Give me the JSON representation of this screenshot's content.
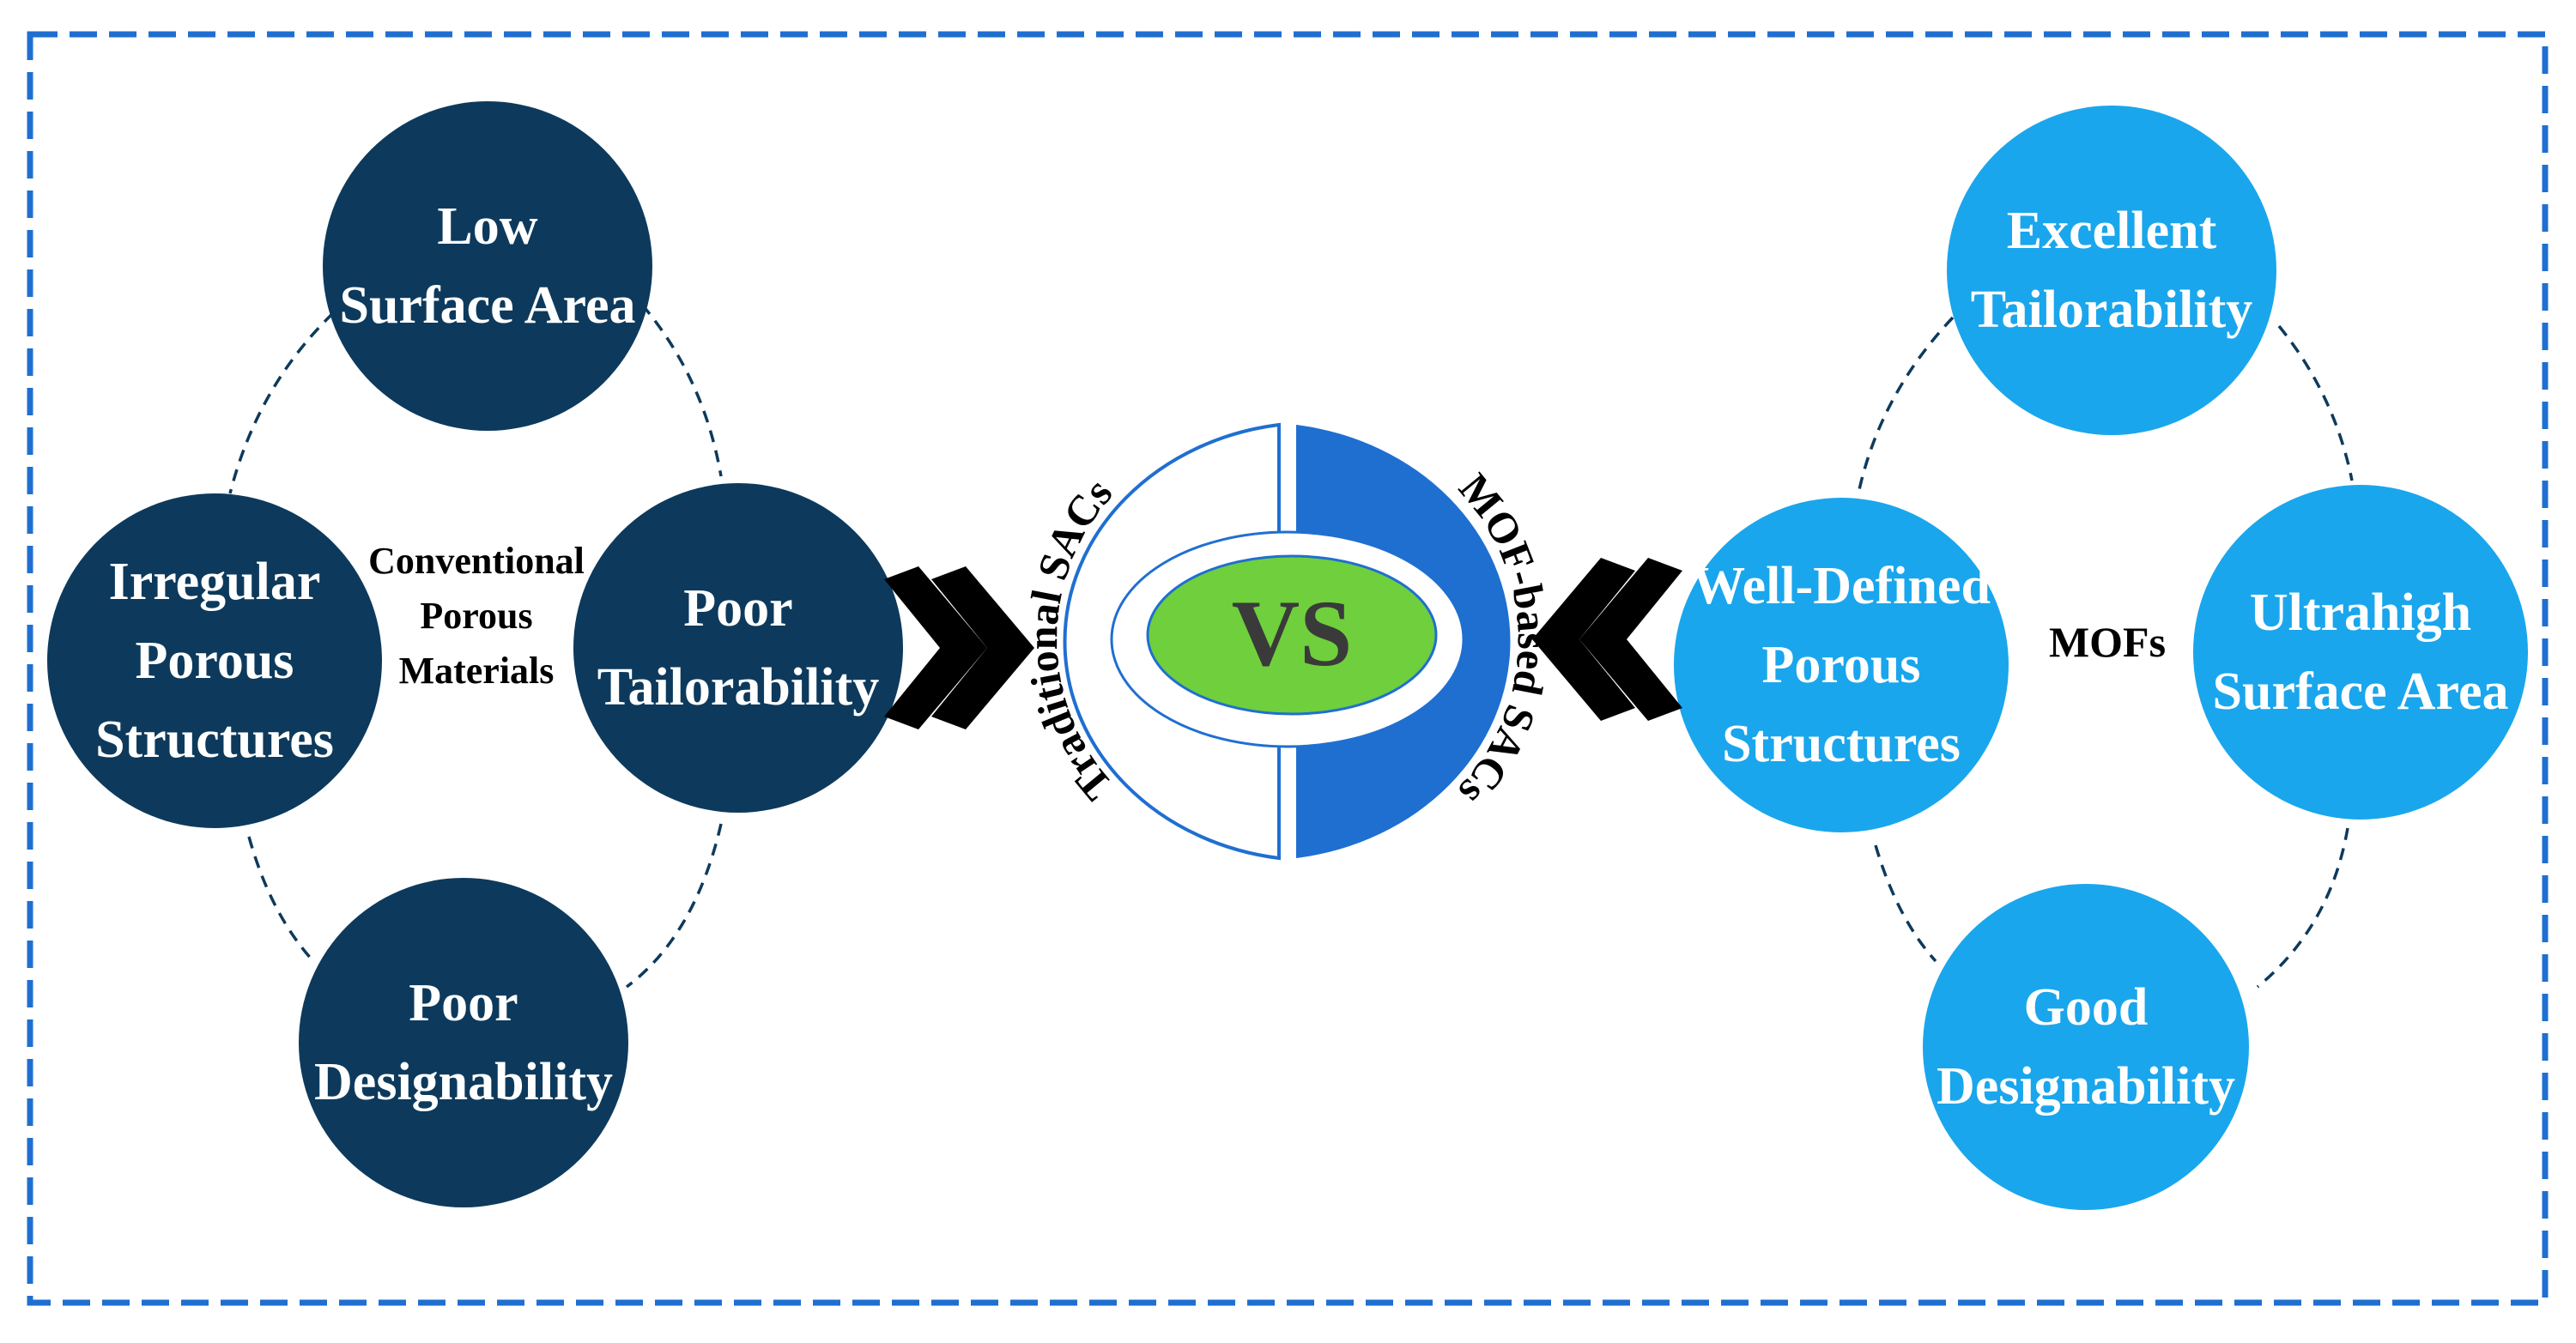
{
  "colors": {
    "border": "#1f6fd1",
    "left_circle": "#0d3a5c",
    "right_circle": "#1aa6ec",
    "mof_half": "#1f6fd1",
    "traditional_half_border": "#1f6fd1",
    "vs_fill": "#6fcf3c",
    "circle_text": "#ffffff",
    "dark_text": "#000000"
  },
  "left": {
    "center_label": [
      "Conventional",
      "Porous",
      "Materials"
    ],
    "circles": [
      {
        "key": "top",
        "lines": [
          "Low",
          "Surface Area"
        ]
      },
      {
        "key": "left",
        "lines": [
          "Irregular",
          "Porous",
          "Structures"
        ]
      },
      {
        "key": "right",
        "lines": [
          "Poor",
          "Tailorability"
        ]
      },
      {
        "key": "bottom",
        "lines": [
          "Poor",
          "Designability"
        ]
      }
    ]
  },
  "right": {
    "center_label": "MOFs",
    "circles": [
      {
        "key": "top",
        "lines": [
          "Excellent",
          "Tailorability"
        ]
      },
      {
        "key": "left",
        "lines": [
          "Well-Defined",
          "Porous",
          "Structures"
        ]
      },
      {
        "key": "right",
        "lines": [
          "Ultrahigh",
          "Surface Area"
        ]
      },
      {
        "key": "bottom",
        "lines": [
          "Good",
          "Designability"
        ]
      }
    ]
  },
  "center": {
    "vs": "VS",
    "traditional_label": "Traditional SACs",
    "mof_label": "MOF-based SACs"
  },
  "icons": {
    "left_arrow": "double-chevron-right-icon",
    "right_arrow": "double-chevron-left-icon"
  }
}
